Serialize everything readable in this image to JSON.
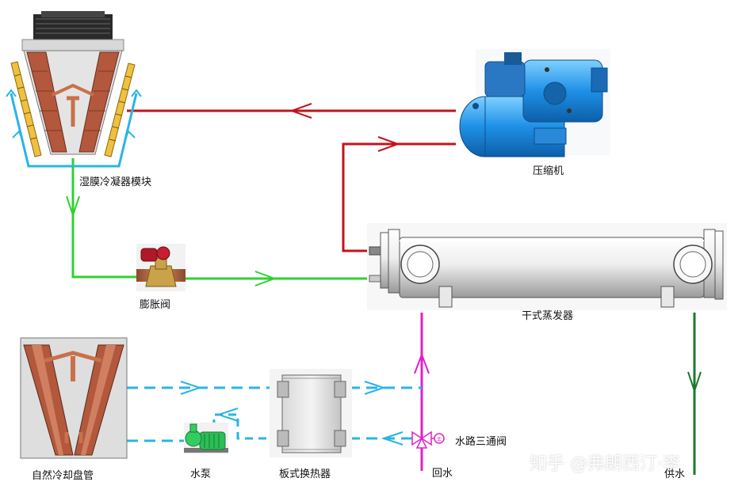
{
  "labels": {
    "condenser": "湿膜冷凝器模块",
    "compressor": "压缩机",
    "expansion_valve": "膨胀阀",
    "evaporator": "干式蒸发器",
    "natural_cooling_coil": "自然冷却盘管",
    "water_pump": "水泵",
    "plate_heat_exchanger": "板式换热器",
    "three_way_valve": "水路三通阀",
    "return_water": "回水",
    "supply_water": "供水"
  },
  "watermark": "知乎 @弗朗西汀·李",
  "colors": {
    "refrigerant_hot": "#c0141c",
    "refrigerant_liquid": "#2fd12f",
    "cooling_water": "#29b4e6",
    "return_water": "#e020c8",
    "supply_water": "#1a7a2a",
    "compressor_blue": "#1e90e6",
    "copper": "#c8714a"
  }
}
